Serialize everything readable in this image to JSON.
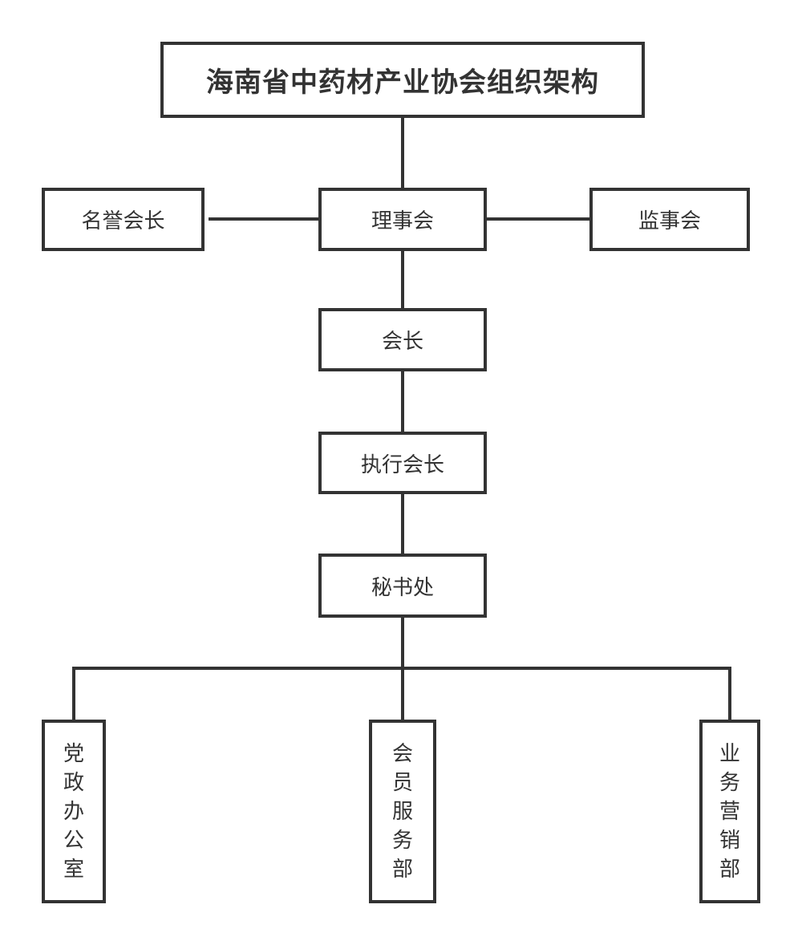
{
  "diagram": {
    "title": "海南省中药材产业协会组织架构",
    "nodes": {
      "honorary_president": "名誉会长",
      "council": "理事会",
      "supervisory_board": "监事会",
      "president": "会长",
      "executive_president": "执行会长",
      "secretariat": "秘书处",
      "party_admin_office": "党政办公室",
      "member_services_dept": "会员服务部",
      "business_marketing_dept": "业务营销部"
    }
  },
  "colors": {
    "line": "#333333",
    "text": "#333333",
    "background": "#ffffff"
  }
}
